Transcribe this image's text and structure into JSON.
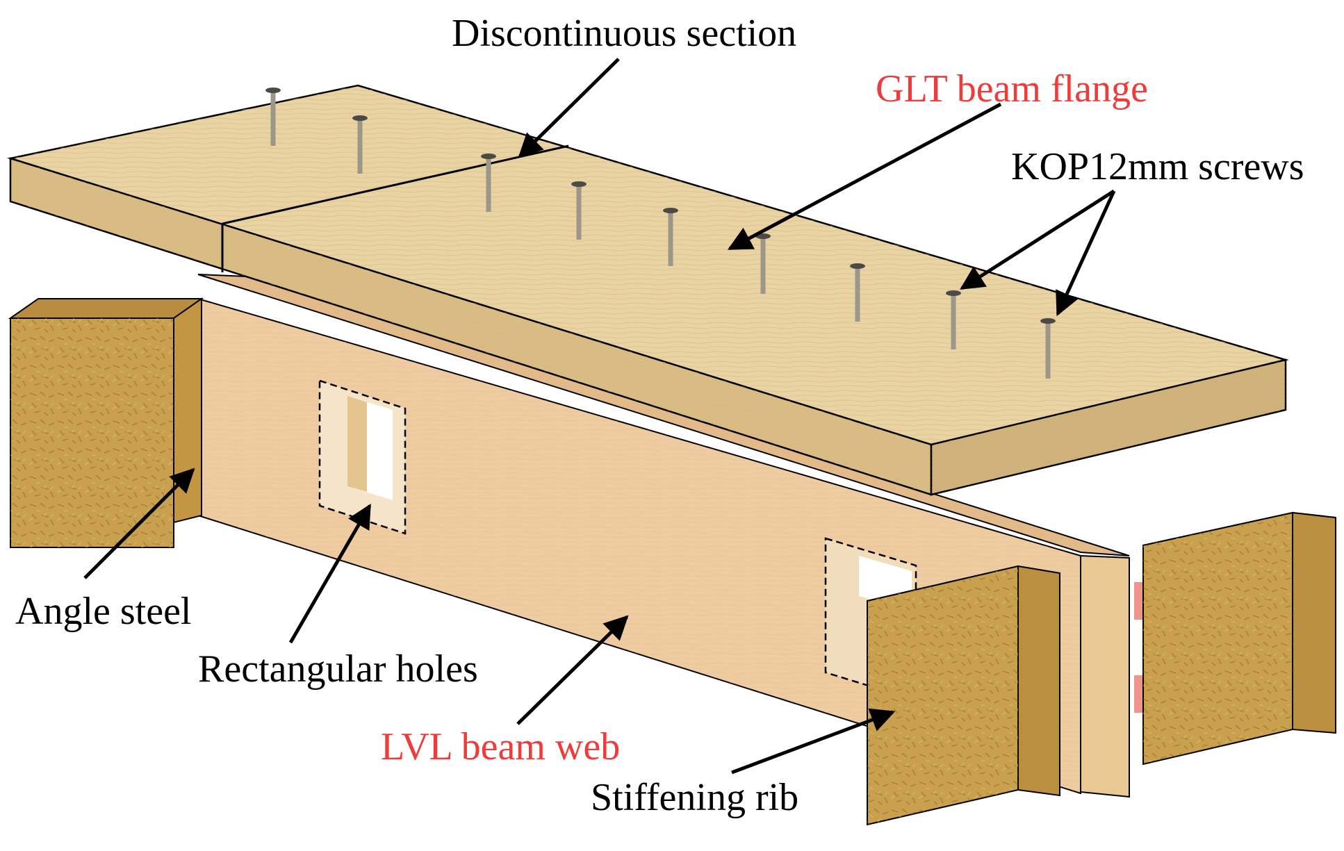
{
  "colors": {
    "red_label": "#ee3b3b",
    "black_label": "#000000",
    "glt_top": "#e9d3a3",
    "glt_side": "#d8bc84",
    "glt_front": "#cfb27a",
    "lvl_face": "#eecba0",
    "lvl_edge": "#e2b988",
    "osb_face": "#c9a04e",
    "osb_side": "#b98d3f",
    "angle_steel": "#ec6a64",
    "screw": "#bdb6a8"
  },
  "labels": {
    "discontinuous_section": "Discontinuous section",
    "glt_beam_flange": "GLT beam flange",
    "kop_screws": "KOP12mm screws",
    "angle_steel": "Angle steel",
    "rectangular_holes": "Rectangular holes",
    "lvl_beam_web": "LVL beam web",
    "stiffening_rib": "Stiffening rib"
  },
  "icons": {
    "screw": "screw-icon",
    "arrow": "arrow-icon"
  }
}
